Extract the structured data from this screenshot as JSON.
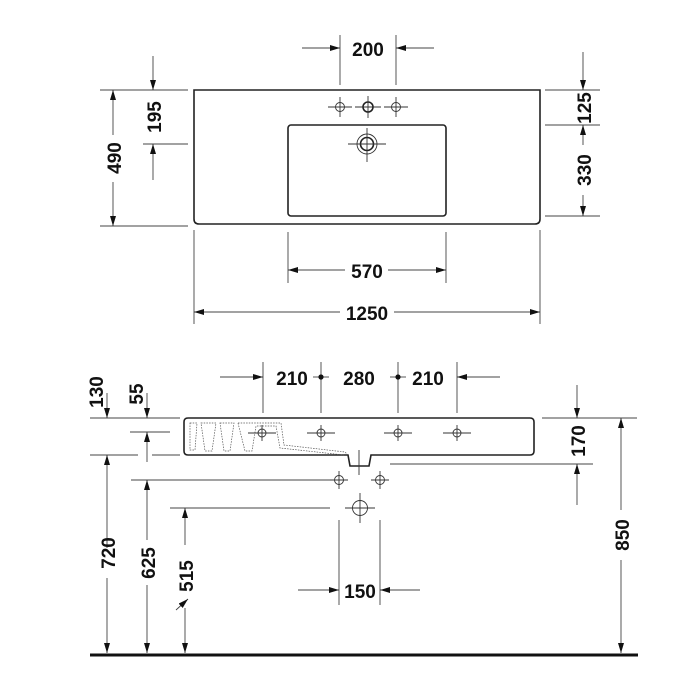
{
  "drawing": {
    "title": "Washbasin dimension drawing",
    "units": "mm",
    "colors": {
      "line": "#222222",
      "text": "#111111",
      "background": "#ffffff"
    }
  },
  "top_view": {
    "dimensions": {
      "tap_hole_spacing": "200",
      "front_to_tap_center": "195",
      "total_depth": "490",
      "back_to_bowl": "125",
      "bowl_depth": "330",
      "bowl_width": "570",
      "total_width": "1250"
    }
  },
  "side_view": {
    "dimensions": {
      "rim_thickness": "130",
      "top_offset": "55",
      "hole_left": "210",
      "hole_middle": "280",
      "hole_right": "210",
      "apron_height": "170",
      "rim_height": "850",
      "underside_height": "720",
      "supply_height": "625",
      "waste_height": "515",
      "supply_spacing": "150"
    }
  }
}
